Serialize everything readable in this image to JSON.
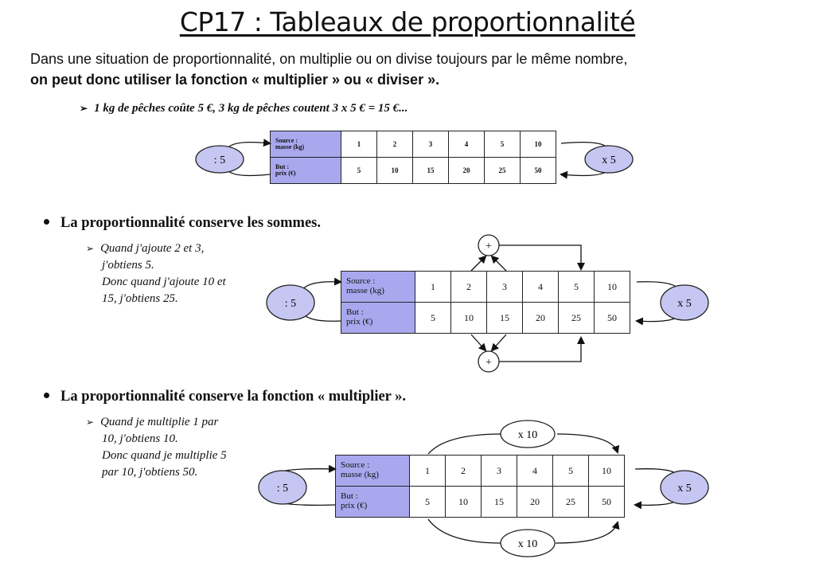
{
  "title": "CP17 : Tableaux de proportionnalité",
  "intro": {
    "line1": "Dans une situation de proportionnalité, on multiplie ou on divise toujours par le même nombre,",
    "line2": "on peut donc utiliser la fonction « multiplier » ou « diviser »."
  },
  "example": "1 kg de pêches coûte 5 €, 3 kg de pêches coutent 3 x 5 € = 15 €...",
  "row_headers": {
    "source_line1": "Source :",
    "source_line2": "masse (kg)",
    "but_line1": "But :",
    "but_line2": "prix (€)"
  },
  "source_values": [
    "1",
    "2",
    "3",
    "4",
    "5",
    "10"
  ],
  "but_values": [
    "5",
    "10",
    "15",
    "20",
    "25",
    "50"
  ],
  "operators": {
    "divide": ": 5",
    "multiply": "x 5",
    "times10": "x 10",
    "plus": "+"
  },
  "section2": {
    "bullet": "La proportionnalité conserve les sommes.",
    "note": [
      "Quand j'ajoute 2 et 3,",
      "j'obtiens 5.",
      "Donc quand j'ajoute 10 et",
      "15, j'obtiens 25."
    ]
  },
  "section3": {
    "bullet": "La proportionnalité conserve la fonction « multiplier ».",
    "note": [
      "Quand je multiplie 1 par",
      "10, j'obtiens 10.",
      "Donc quand je multiplie 5",
      "par 10, j'obtiens 50."
    ]
  }
}
